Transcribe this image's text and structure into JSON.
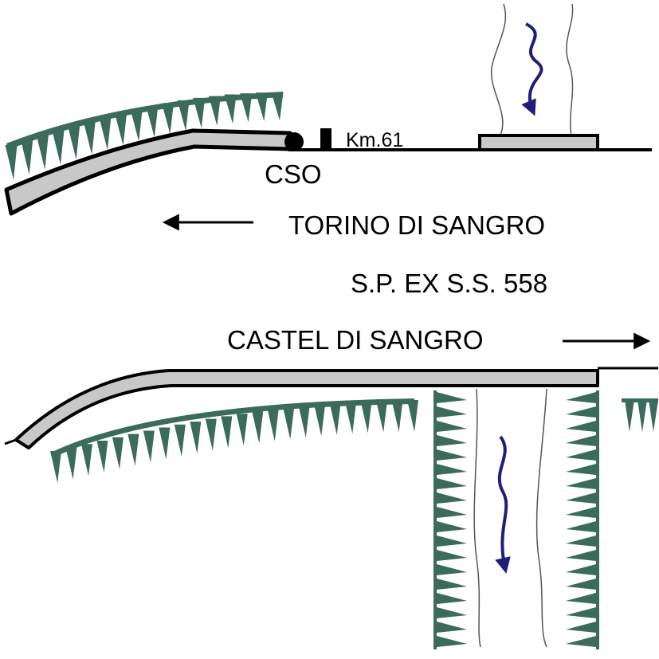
{
  "labels": {
    "cso": "CSO",
    "km": "Km.61",
    "torino": "TORINO DI SANGRO",
    "road": "S.P. EX S.S. 558",
    "castel": "CASTEL DI SANGRO"
  },
  "colors": {
    "line": "#000000",
    "deck": "#c8c8c8",
    "vegetation": "#3a6b5c",
    "water_arrow": "#1f1f7a",
    "stream_edge": "#555555"
  },
  "icons": {
    "left_arrow": "arrow-left-icon",
    "right_arrow": "arrow-right-icon",
    "flow_arrow": "wavy-arrow-down-icon"
  }
}
